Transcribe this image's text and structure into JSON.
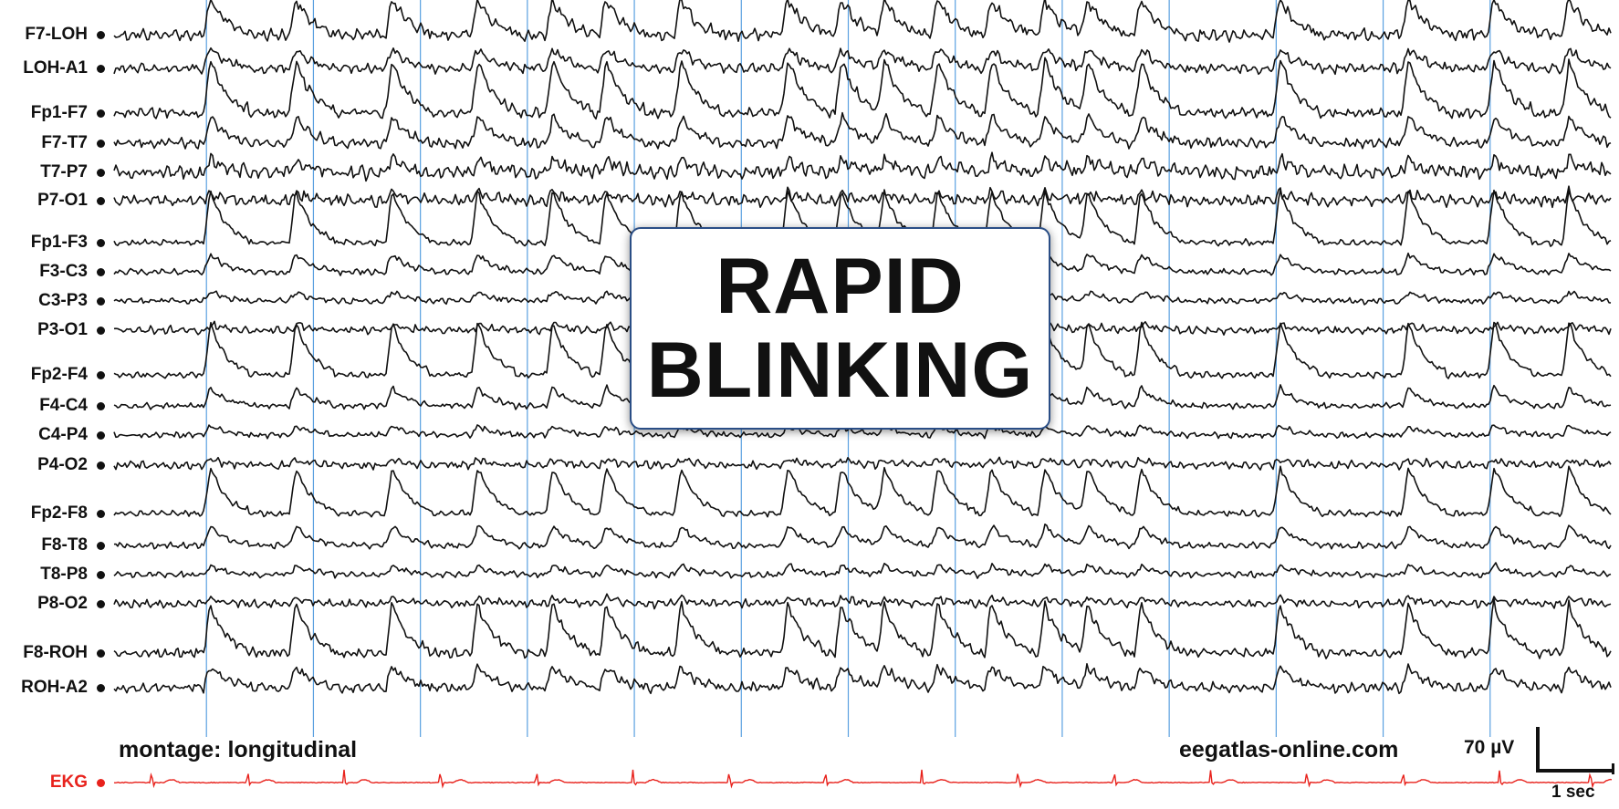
{
  "title": {
    "line1": "RAPID",
    "line2": "BLINKING"
  },
  "footer": {
    "montage": "montage: longitudinal",
    "site": "eegatlas-online.com",
    "amplitude_scale": "70 µV",
    "time_scale": "1 sec"
  },
  "colors": {
    "trace": "#111111",
    "ekg": "#e8221c",
    "grid": "#5aa0e0",
    "box_border": "#2a4e86"
  },
  "chart_data": {
    "type": "line",
    "channels": [
      "F7-LOH",
      "LOH-A1",
      "Fp1-F7",
      "F7-T7",
      "T7-P7",
      "P7-O1",
      "Fp1-F3",
      "F3-C3",
      "C3-P3",
      "P3-O1",
      "Fp2-F4",
      "F4-C4",
      "C4-P4",
      "P4-O2",
      "Fp2-F8",
      "F8-T8",
      "T8-P8",
      "P8-O2",
      "F8-ROH",
      "ROH-A2"
    ],
    "ekg_channel": "EKG",
    "duration_sec": 14,
    "scale": {
      "amplitude_uV": 70,
      "time_sec": 1
    },
    "blink_times_sec": [
      0.9,
      1.7,
      2.6,
      3.4,
      4.1,
      4.6,
      5.3,
      6.3,
      6.8,
      7.2,
      7.7,
      8.2,
      8.7,
      9.1,
      9.6,
      10.9,
      12.1,
      12.9,
      13.6
    ],
    "ekg_beat_times_sec": [
      0.35,
      1.25,
      2.15,
      3.05,
      3.95,
      4.85,
      5.75,
      6.65,
      7.55,
      8.45,
      9.35,
      10.25,
      11.15,
      12.05,
      12.95,
      13.8
    ],
    "grid": true
  }
}
